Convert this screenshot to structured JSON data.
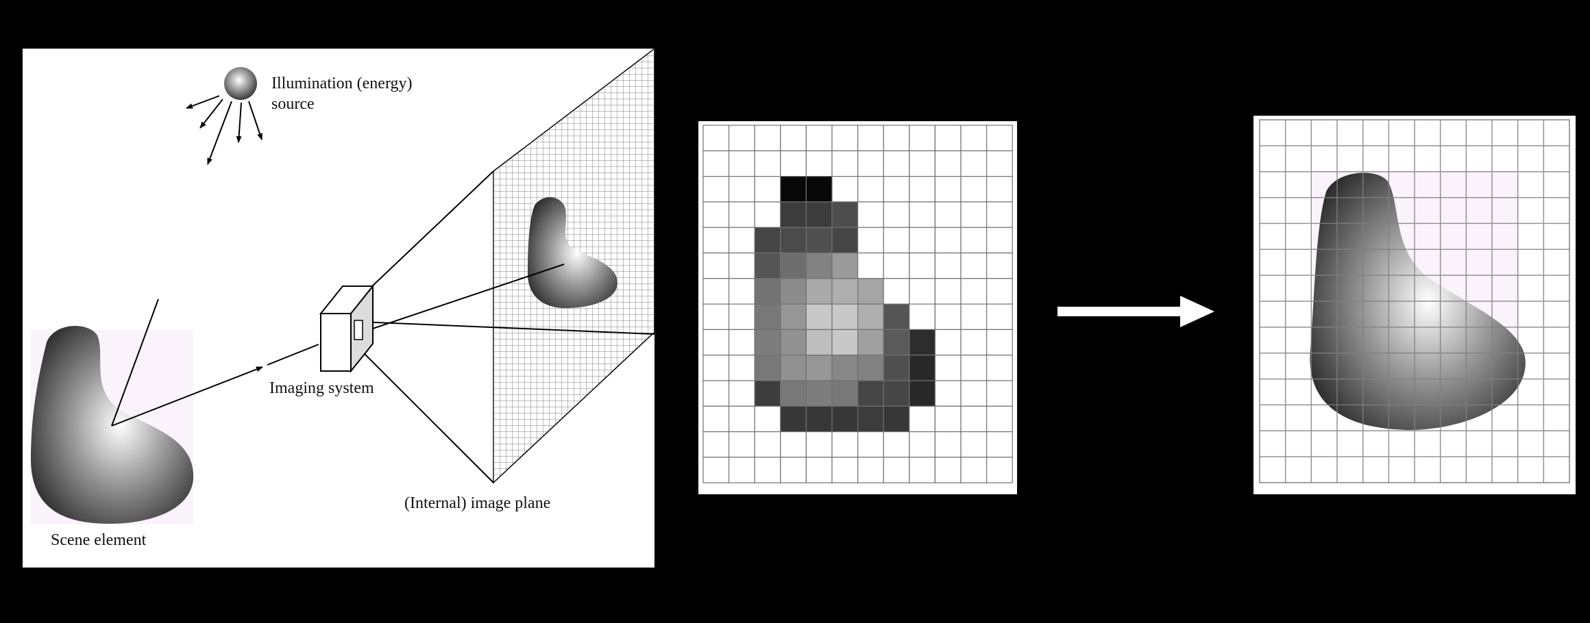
{
  "diagram": {
    "labels": {
      "illumination_line1": "Illumination (energy)",
      "illumination_line2": "source",
      "imaging_system": "Imaging system",
      "image_plane": "(Internal) image plane",
      "scene_element": "Scene element"
    },
    "pixel_grid": {
      "cols": 12,
      "rows": 14,
      "values": [
        [
          255,
          255,
          255,
          255,
          255,
          255,
          255,
          255,
          255,
          255,
          255,
          255
        ],
        [
          255,
          255,
          255,
          255,
          255,
          255,
          255,
          255,
          255,
          255,
          255,
          255
        ],
        [
          255,
          255,
          255,
          8,
          8,
          255,
          255,
          255,
          255,
          255,
          255,
          255
        ],
        [
          255,
          255,
          255,
          60,
          60,
          78,
          255,
          255,
          255,
          255,
          255,
          255
        ],
        [
          255,
          255,
          70,
          75,
          80,
          70,
          255,
          255,
          255,
          255,
          255,
          255
        ],
        [
          255,
          255,
          85,
          110,
          130,
          155,
          255,
          255,
          255,
          255,
          255,
          255
        ],
        [
          255,
          255,
          115,
          140,
          170,
          175,
          165,
          255,
          255,
          255,
          255,
          255
        ],
        [
          255,
          255,
          120,
          150,
          200,
          200,
          175,
          85,
          255,
          255,
          255,
          255
        ],
        [
          255,
          255,
          125,
          145,
          190,
          200,
          160,
          90,
          45,
          255,
          255,
          255
        ],
        [
          255,
          255,
          120,
          145,
          150,
          135,
          130,
          80,
          40,
          255,
          255,
          255
        ],
        [
          255,
          255,
          60,
          120,
          125,
          120,
          70,
          70,
          40,
          255,
          255,
          255
        ],
        [
          255,
          255,
          255,
          55,
          55,
          55,
          60,
          55,
          255,
          255,
          255,
          255
        ],
        [
          255,
          255,
          255,
          255,
          255,
          255,
          255,
          255,
          255,
          255,
          255,
          255
        ],
        [
          255,
          255,
          255,
          255,
          255,
          255,
          255,
          255,
          255,
          255,
          255,
          255
        ]
      ]
    },
    "output_grid": {
      "cols": 12,
      "rows": 14
    }
  }
}
